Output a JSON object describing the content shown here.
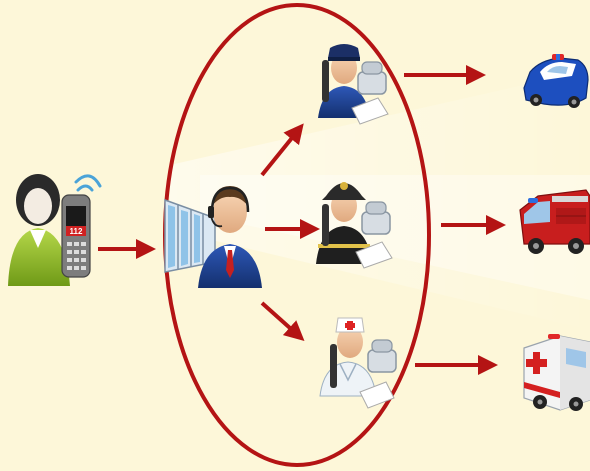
{
  "caller": {
    "phone_number": "112",
    "icon": "caller-with-mobile-phone"
  },
  "dispatch_center": {
    "icon": "call-center-operator-with-headset",
    "boundary_color": "#b41414"
  },
  "responders": [
    {
      "id": "police",
      "operator_icon": "police-operator-icon",
      "vehicle_icon": "police-car-icon",
      "vehicle_color": "#1d4fbf"
    },
    {
      "id": "fire",
      "operator_icon": "firefighter-operator-icon",
      "vehicle_icon": "fire-truck-icon",
      "vehicle_color": "#c81e1e"
    },
    {
      "id": "medical",
      "operator_icon": "paramedic-operator-icon",
      "vehicle_icon": "ambulance-icon",
      "vehicle_color": "#ffffff"
    }
  ],
  "colors": {
    "background": "#fdf7d9",
    "arrow": "#b41414",
    "ellipse": "#b41414"
  }
}
